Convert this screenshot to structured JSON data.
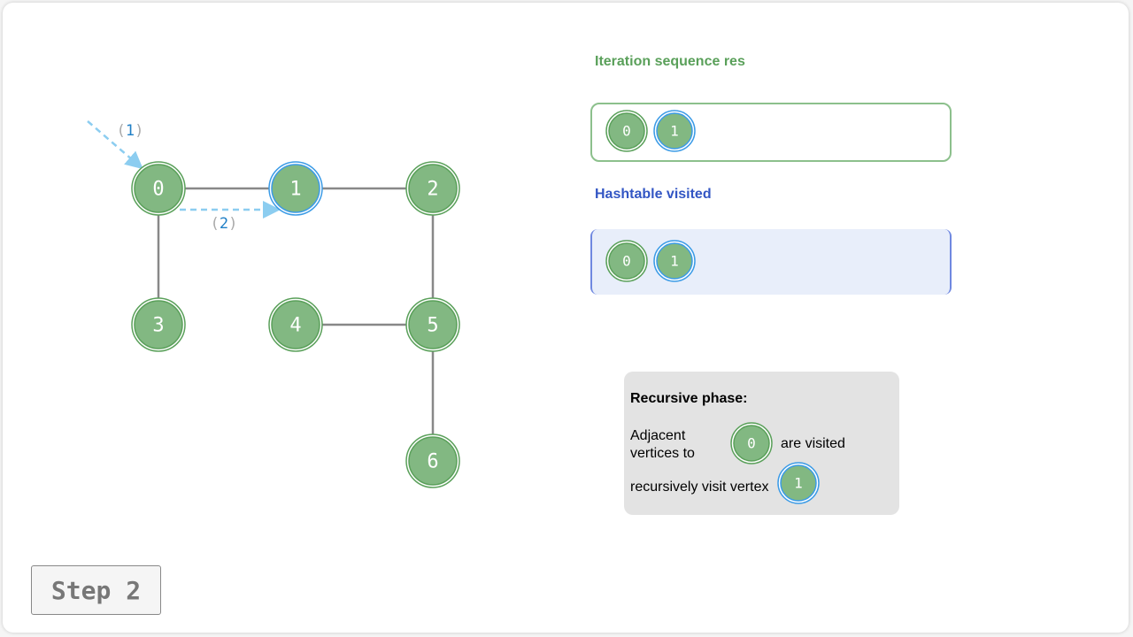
{
  "graph": {
    "vertices": [
      "0",
      "1",
      "2",
      "3",
      "4",
      "5",
      "6"
    ],
    "current_vertex": "1",
    "edges": [
      [
        "0",
        "1"
      ],
      [
        "1",
        "2"
      ],
      [
        "0",
        "3"
      ],
      [
        "2",
        "5"
      ],
      [
        "4",
        "5"
      ],
      [
        "5",
        "6"
      ]
    ],
    "arrow_labels": [
      "1",
      "2"
    ]
  },
  "result": {
    "title": "Iteration sequence res",
    "items": [
      "0",
      "1"
    ]
  },
  "visited": {
    "title": "Hashtable visited",
    "items": [
      "0",
      "1"
    ]
  },
  "legend": {
    "title": "Recursive phase:",
    "line1": "Adjacent vertices to",
    "line1_vertex": "0",
    "line1_suffix": "are visited",
    "line2": "recursively visit vertex",
    "line2_vertex": "1"
  },
  "step_label": "Step 2",
  "colors": {
    "node_fill": "#82b882",
    "node_ring": "#5aa05a",
    "current_ring": "#3b9be6",
    "edge": "#888888",
    "arrow": "#8ccdf0",
    "res_title": "#5aa05a",
    "visited_title": "#3356c4"
  }
}
